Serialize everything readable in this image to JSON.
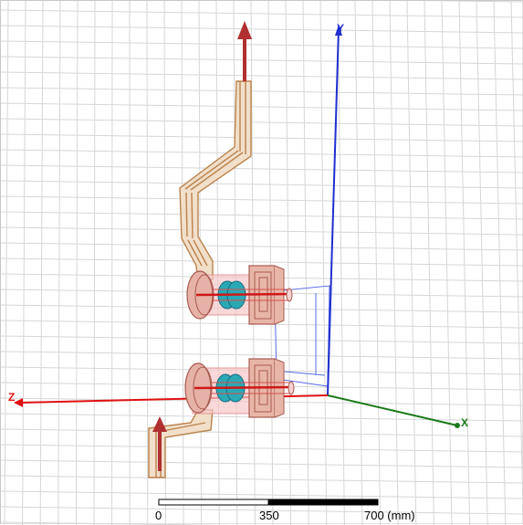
{
  "viewport": {
    "axes": {
      "x": {
        "label": "X",
        "color": "#1a7a1a"
      },
      "y": {
        "label": "Y",
        "color": "#1f2fcf"
      },
      "z": {
        "label": "Z",
        "color": "#e01010"
      }
    },
    "ruler": {
      "tick_0": "0",
      "tick_1": "350",
      "tick_2": "700 (mm)"
    },
    "colors": {
      "grid": "#d4d4d4",
      "waveguide": "#b9834e",
      "flange": "#a85a50",
      "arrow": "#b03030",
      "coupler": "#2aa9b5",
      "feed": "#e06080",
      "wire": "#6070e0"
    }
  }
}
